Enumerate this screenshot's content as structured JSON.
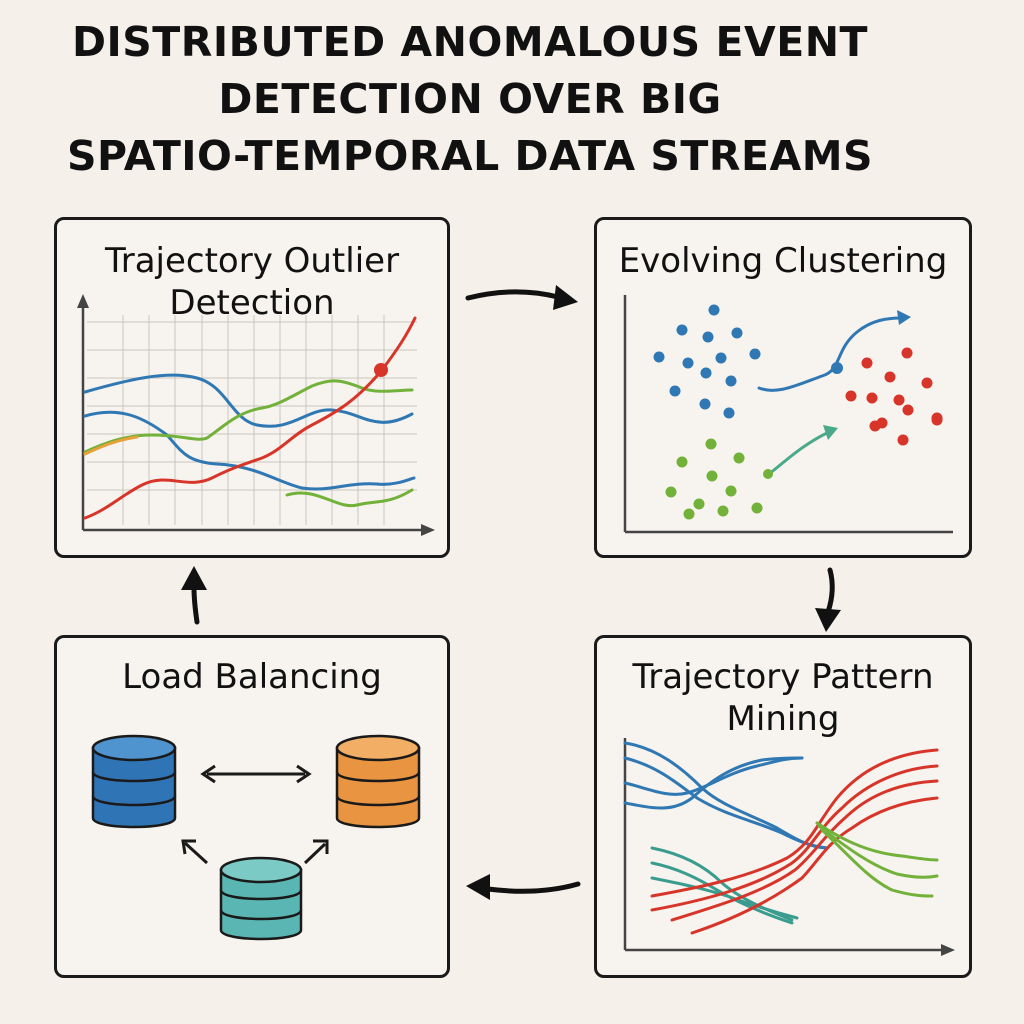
{
  "diagram": {
    "title_lines": [
      "DISTRIBUTED ANOMALOUS EVENT",
      "DETECTION OVER BIG",
      "SPATIO-TEMPORAL DATA STREAMS"
    ],
    "panels": {
      "outlier": {
        "title_lines": [
          "Trajectory Outlier",
          "Detection"
        ]
      },
      "clustering": {
        "title_lines": [
          "Evolving Clustering"
        ]
      },
      "pattern": {
        "title_lines": [
          "Trajectory Pattern",
          "Mining"
        ]
      },
      "load": {
        "title_lines": [
          "Load Balancing"
        ]
      }
    },
    "colors": {
      "blue": "#2f78b3",
      "red": "#d8352a",
      "green": "#72b23a",
      "orange": "#e8923a",
      "teal": "#4aa9a6",
      "db_blue": "#2f74b5",
      "db_orange": "#e99440",
      "db_teal": "#5ab6b2",
      "border": "#1a1a1a",
      "background": "#f5f0ea"
    },
    "flow": [
      "outlier",
      "clustering",
      "pattern",
      "load",
      "outlier"
    ]
  }
}
